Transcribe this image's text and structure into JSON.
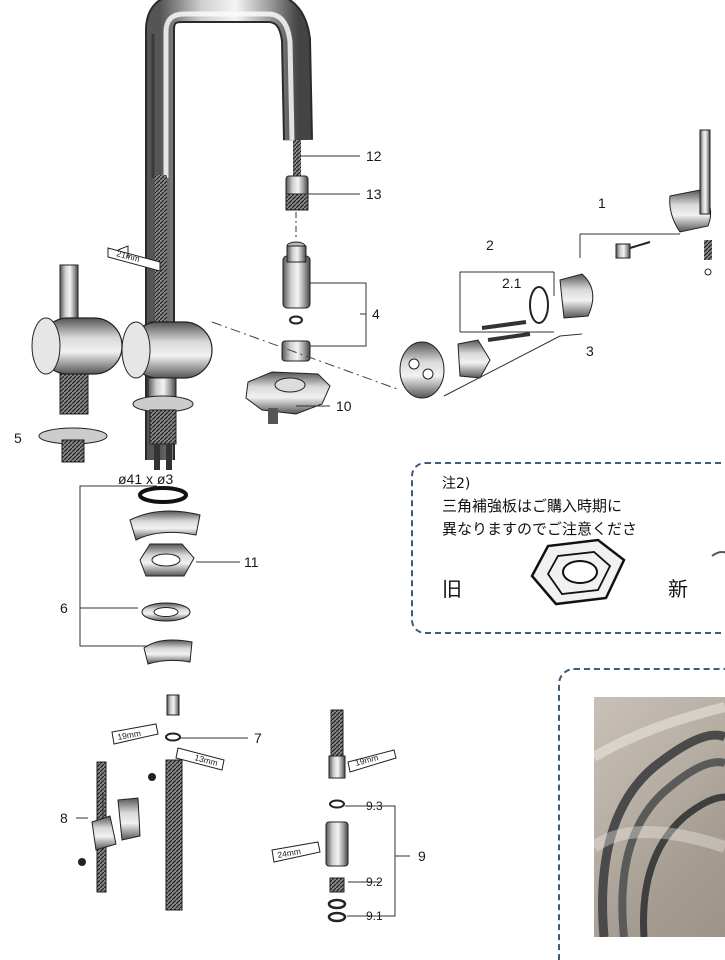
{
  "part_labels": {
    "p1": "1",
    "p2": "2",
    "p2_1": "2.1",
    "p3": "3",
    "p4": "4",
    "p5": "5",
    "p6": "6",
    "p7": "7",
    "p8": "8",
    "p9": "9",
    "p9_1": "9.1",
    "p9_2": "9.2",
    "p9_3": "9.3",
    "p10": "10",
    "p11": "11",
    "p12": "12",
    "p13": "13"
  },
  "dimension_label": "ø41 x ø3",
  "wrench_sizes": {
    "w21": "21mm",
    "w19a": "19mm",
    "w13": "13mm",
    "w19b": "19mm",
    "w24": "24mm"
  },
  "note": {
    "title": "注2)",
    "line1": "三角補強板はご購入時期に",
    "line2": "異なりますのでご注意くださ",
    "old_label": "旧",
    "new_label": "新"
  }
}
